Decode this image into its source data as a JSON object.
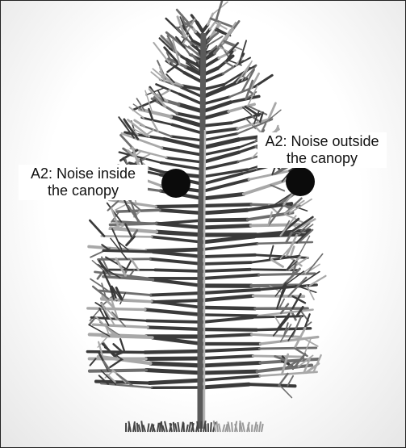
{
  "annotations": {
    "inside": {
      "line1": "A2: Noise inside",
      "line2": "the canopy"
    },
    "outside": {
      "line1": "A2: Noise outside",
      "line2": "the canopy"
    }
  },
  "colors": {
    "branch_dark": "#3a3a3a",
    "branch_mid": "#6e6e6e",
    "branch_light": "#a8a8a8",
    "marker": "#0b0b0b"
  }
}
